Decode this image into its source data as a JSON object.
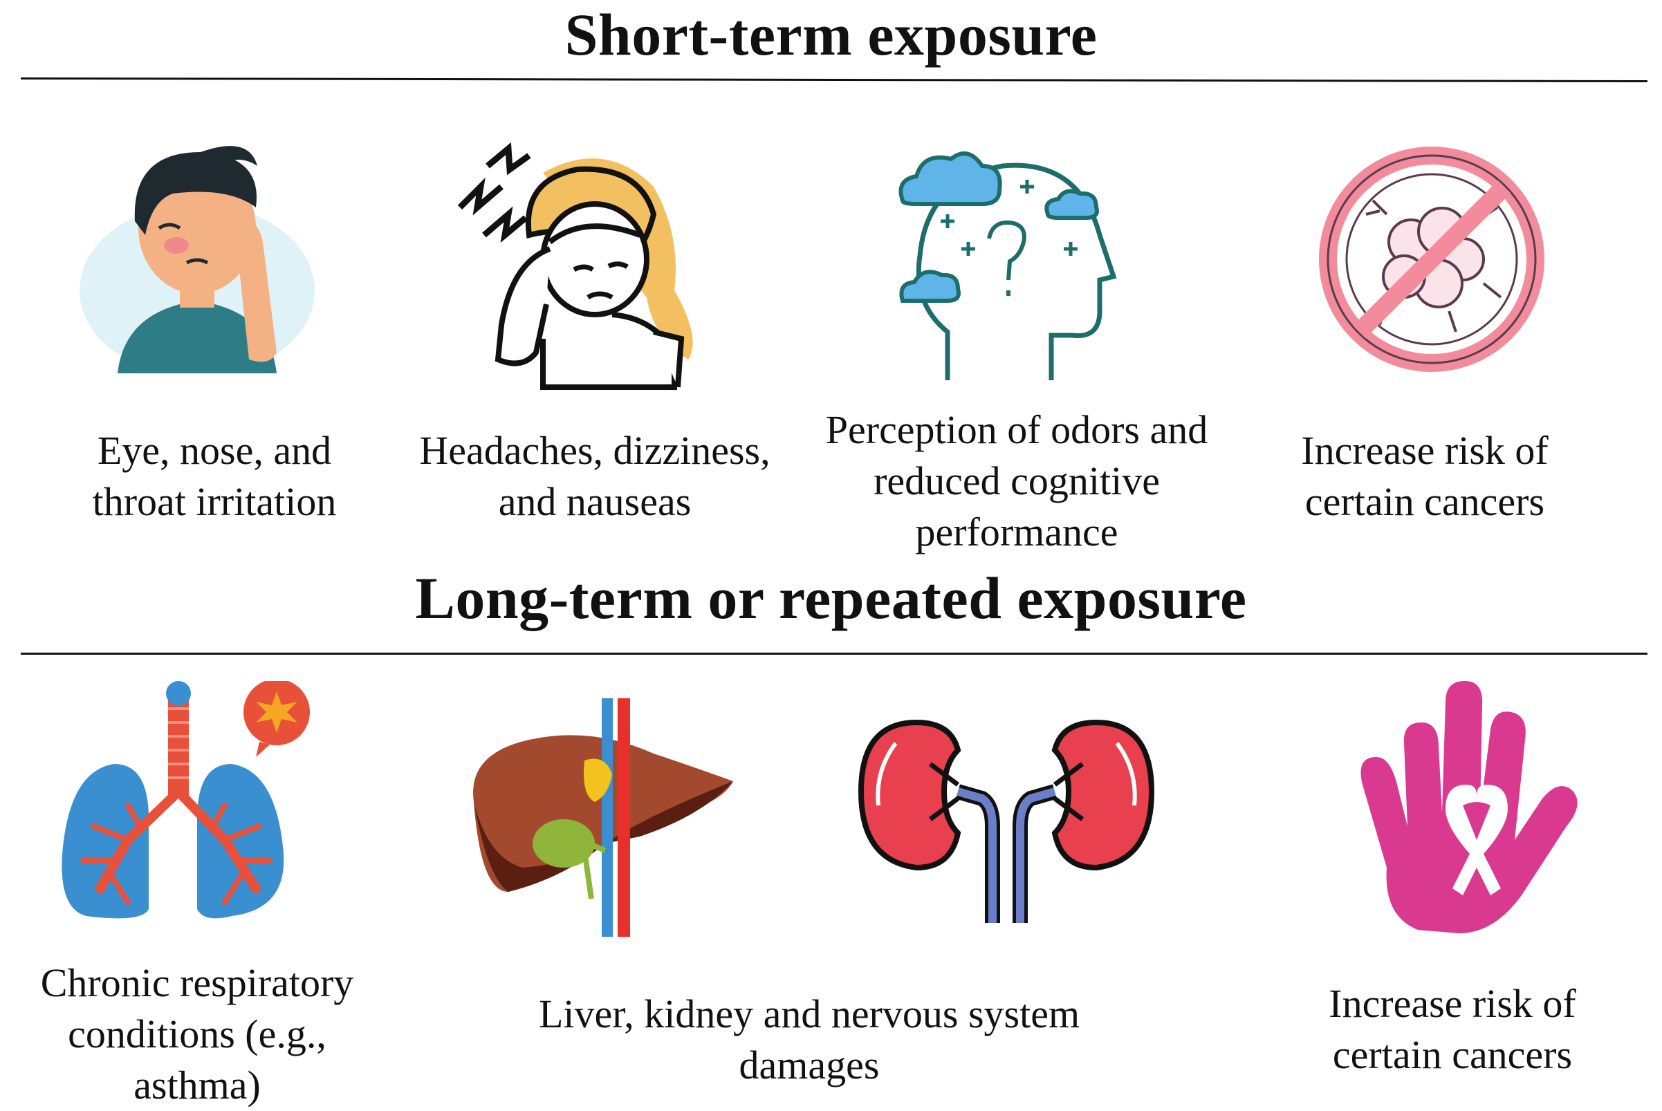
{
  "sections": {
    "short_term": {
      "title": "Short-term exposure",
      "items": [
        {
          "icon": "eye-rubbing-person-icon",
          "caption": [
            "Eye, nose, and",
            "throat irritation"
          ]
        },
        {
          "icon": "headache-woman-icon",
          "caption": [
            "Headaches, dizziness,",
            "and nauseas"
          ]
        },
        {
          "icon": "confused-head-clouds-icon",
          "caption": [
            "Perception of odors and",
            "reduced cognitive",
            "performance"
          ]
        },
        {
          "icon": "no-cancer-cell-icon",
          "caption": [
            "Increase risk of",
            "certain cancers"
          ]
        }
      ]
    },
    "long_term": {
      "title": "Long-term or repeated exposure",
      "items": [
        {
          "icon": "lungs-icon",
          "caption": [
            "Chronic respiratory",
            "conditions (e.g.,",
            "asthma)"
          ]
        },
        {
          "icon": "liver-kidney-icon",
          "caption": [
            "Liver, kidney and nervous system",
            "damages"
          ]
        },
        {
          "icon": "cancer-ribbon-hand-icon",
          "caption": [
            "Increase risk of",
            "certain cancers"
          ]
        }
      ]
    }
  },
  "colors": {
    "skin": "#f4b183",
    "hair_dark": "#1f2a30",
    "teal": "#2e7d86",
    "yellow": "#f2c061",
    "sky_blue": "#5fb4e8",
    "head_teal": "#1d6e6a",
    "pink_ring": "#f28b9b",
    "lung_blue": "#3a8fd1",
    "lung_red": "#e8503a",
    "liver_brown": "#a34a2e",
    "kidney_red": "#e8404f",
    "magenta": "#d93a8f"
  }
}
